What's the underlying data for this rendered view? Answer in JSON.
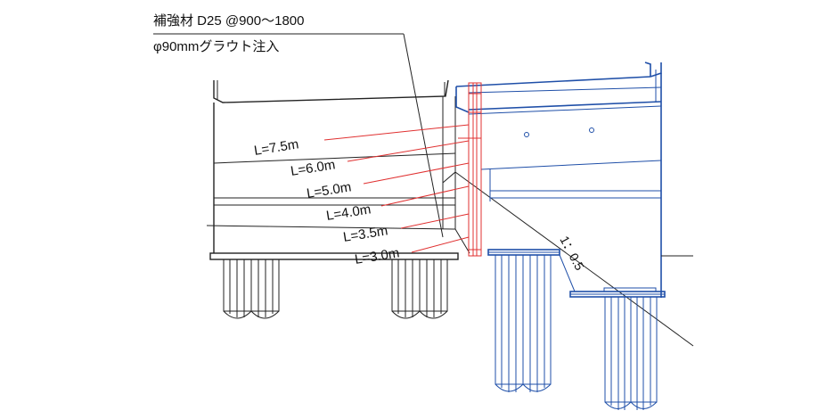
{
  "annotations": {
    "note_line1": "補強材 D25 @900～1800",
    "note_line2": "φ90mmグラウト注入"
  },
  "anchors": [
    {
      "label": "L=7.5m"
    },
    {
      "label": "L=6.0m"
    },
    {
      "label": "L=5.0m"
    },
    {
      "label": "L=4.0m"
    },
    {
      "label": "L=3.5m"
    },
    {
      "label": "L=3.0m"
    }
  ],
  "slope": {
    "label": "1：0.5"
  },
  "colors": {
    "existing_structure": "#222222",
    "new_structure": "#1f4fa8",
    "reinforcement": "#e03030"
  }
}
